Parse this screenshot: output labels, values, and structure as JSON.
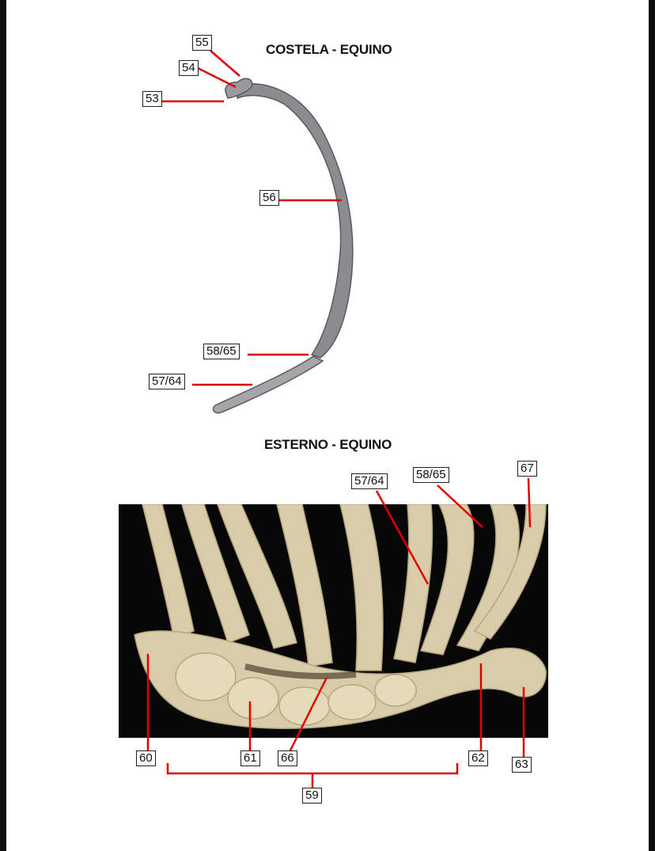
{
  "rib_section": {
    "title": "COSTELA - EQUINO",
    "labels": [
      "55",
      "54",
      "53",
      "56",
      "58/65",
      "57/64"
    ]
  },
  "sternum_section": {
    "title": "ESTERNO - EQUINO",
    "labels_top": [
      "57/64",
      "58/65",
      "67"
    ],
    "labels_bottom": [
      "60",
      "61",
      "66",
      "62",
      "63",
      "59"
    ]
  },
  "colors": {
    "leader_line": "#e00000",
    "bone": "#d9cca8",
    "photo_background": "#070707"
  }
}
